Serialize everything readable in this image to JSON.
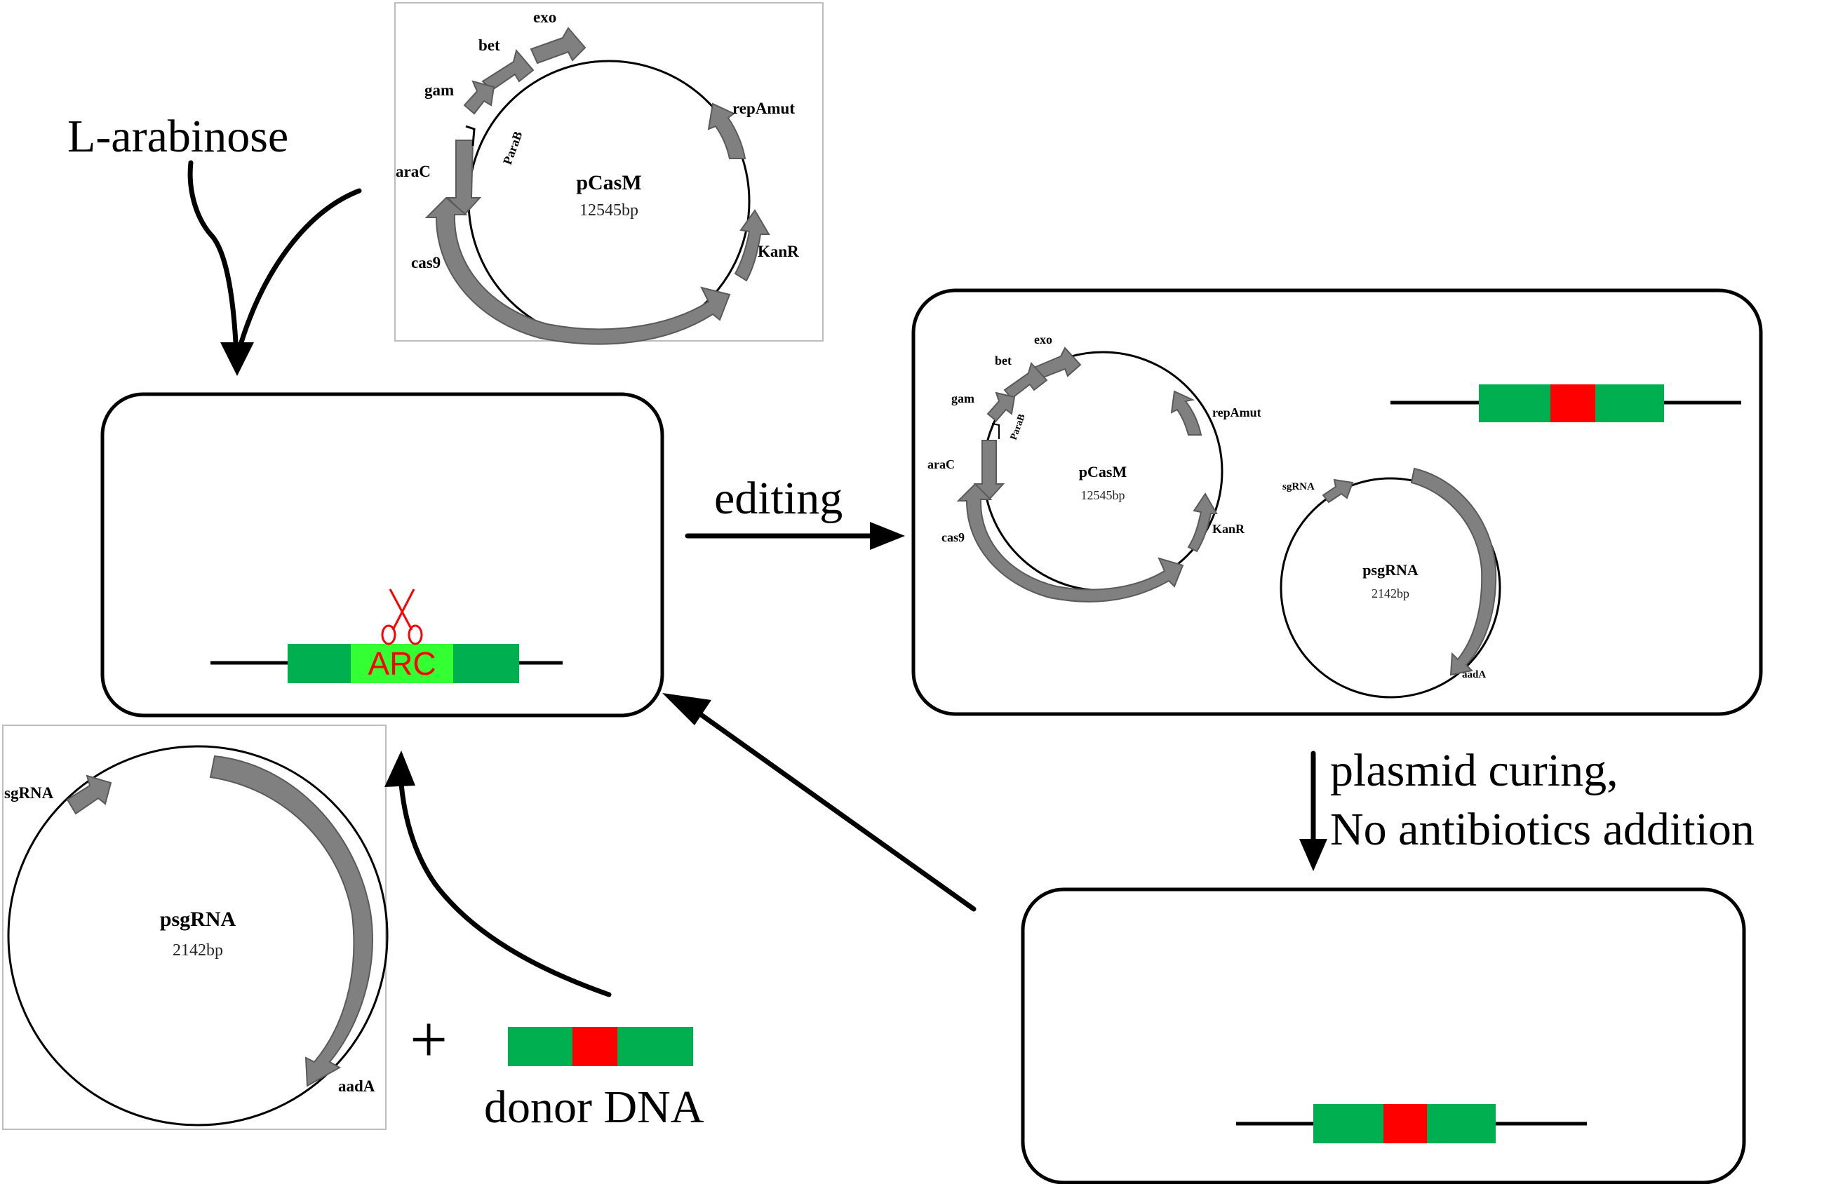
{
  "labels": {
    "inducer": "L-arabinose",
    "editing": "editing",
    "curing_line1": "plasmid curing,",
    "curing_line2": "No antibiotics addition",
    "plus": "+",
    "donor": "donor DNA",
    "target": "ARC"
  },
  "plasmids": {
    "pcasm": {
      "name": "pCasM",
      "size": "12545bp",
      "genes": {
        "exo": "exo",
        "bet": "bet",
        "gam": "gam",
        "parab": "ParaB",
        "arac": "araC",
        "cas9": "cas9",
        "kanr": "KanR",
        "repamut": "repAmut"
      }
    },
    "psgrna": {
      "name": "psgRNA",
      "size": "2142bp",
      "genes": {
        "sgrna": "sgRNA",
        "aada": "aadA"
      }
    }
  },
  "colors": {
    "homology_arm": "#00b050",
    "insert": "#ff0000",
    "target_site": "#33ff33",
    "target_text": "#ff0000",
    "scissors": "#ff0000",
    "gene_arrow": "#808080"
  },
  "icons": {
    "cut": "scissors-icon"
  }
}
